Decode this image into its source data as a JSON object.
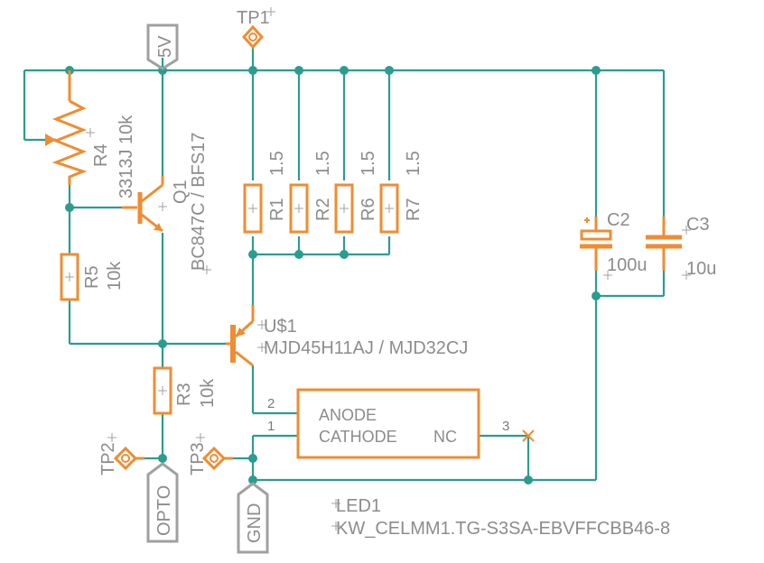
{
  "testpoints": {
    "tp1": "TP1",
    "tp2": "TP2",
    "tp3": "TP3"
  },
  "ports": {
    "v5": "5V",
    "opto": "OPTO",
    "gnd": "GND"
  },
  "r4": {
    "name": "R4",
    "value": "3313J 10k"
  },
  "q1": {
    "name": "Q1",
    "value": "BC847C / BFS17"
  },
  "r5": {
    "name": "R5",
    "value": "10k"
  },
  "r3": {
    "name": "R3",
    "value": "10k"
  },
  "r1": {
    "name": "R1",
    "value": "1.5"
  },
  "r2": {
    "name": "R2",
    "value": "1.5"
  },
  "r6": {
    "name": "R6",
    "value": "1.5"
  },
  "r7": {
    "name": "R7",
    "value": "1.5"
  },
  "c2": {
    "name": "C2",
    "value": "100u"
  },
  "c3": {
    "name": "C3",
    "value": "10u"
  },
  "u1": {
    "name": "U$1",
    "value": "MJD45H11AJ / MJD32CJ"
  },
  "led": {
    "name": "LED1",
    "value": "KW_CELMM1.TG-S3SA-EBVFFCBB46-8",
    "anode": "ANODE",
    "cathode": "CATHODE",
    "nc": "NC",
    "pin_anode": "2",
    "pin_cathode": "1",
    "pin_nc": "3"
  }
}
